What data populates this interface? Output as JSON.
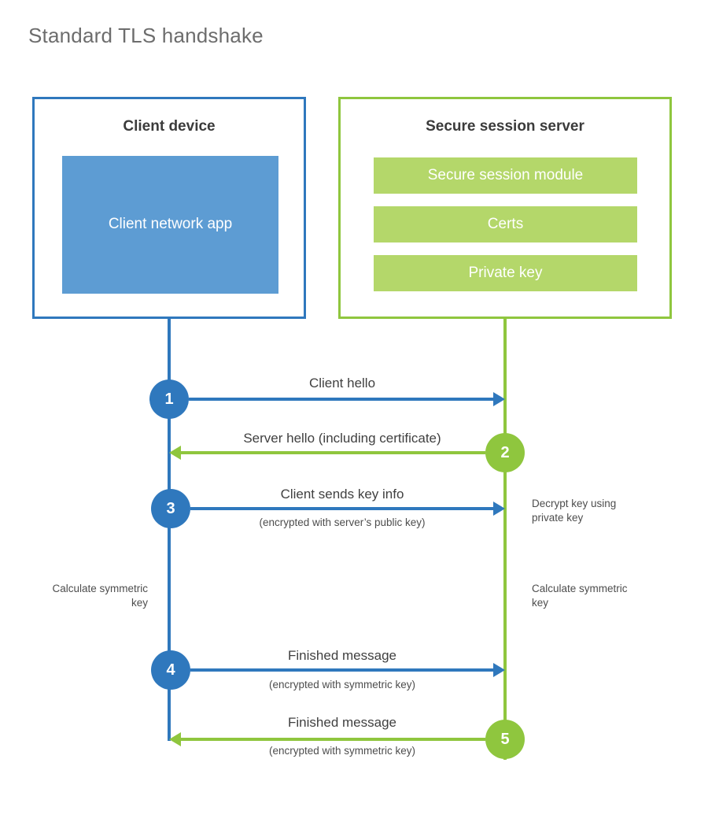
{
  "title": "Standard TLS handshake",
  "colors": {
    "blue": "#2f78bd",
    "blue_fill": "#5d9cd3",
    "green": "#8fc63e",
    "green_fill": "#b4d76a",
    "heading_text": "#3b3b3b",
    "title_text": "#6d6d6d"
  },
  "client": {
    "title": "Client device",
    "app_label": "Client network app"
  },
  "server": {
    "title": "Secure session server",
    "modules": [
      "Secure session module",
      "Certs",
      "Private key"
    ]
  },
  "steps": [
    {
      "num": "1",
      "actor": "client",
      "direction": "right",
      "label": "Client hello",
      "sub": ""
    },
    {
      "num": "2",
      "actor": "server",
      "direction": "left",
      "label": "Server hello (including certificate)",
      "sub": ""
    },
    {
      "num": "3",
      "actor": "client",
      "direction": "right",
      "label": "Client sends key info",
      "sub": "(encrypted with server’s public key)"
    },
    {
      "num": "4",
      "actor": "client",
      "direction": "right",
      "label": "Finished message",
      "sub": "(encrypted with symmetric key)"
    },
    {
      "num": "5",
      "actor": "server",
      "direction": "left",
      "label": "Finished message",
      "sub": "(encrypted with symmetric key)"
    }
  ],
  "notes": {
    "decrypt": "Decrypt key using private key",
    "calc_left": "Calculate symmetric key",
    "calc_right": "Calculate symmetric key"
  }
}
